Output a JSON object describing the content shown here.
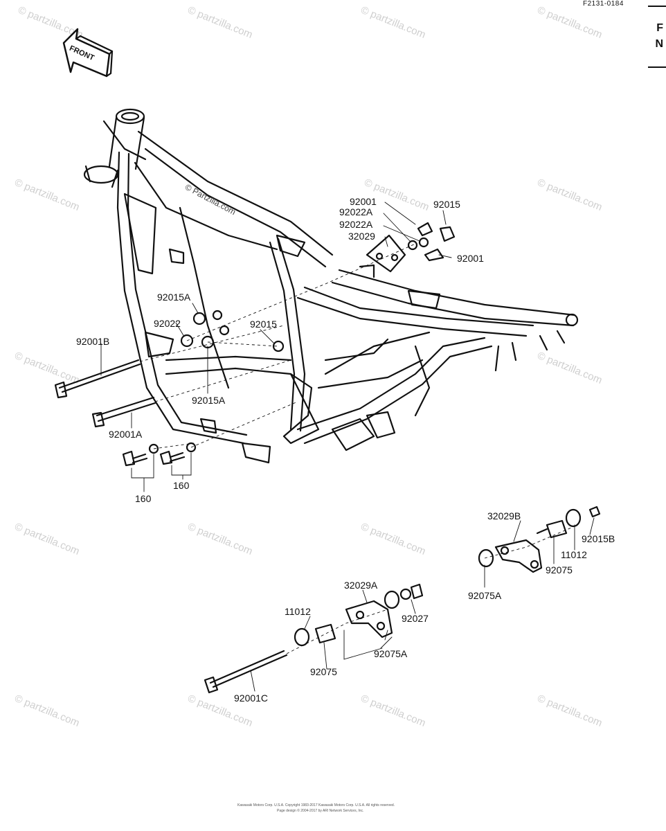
{
  "header": {
    "figure_code": "F2131-0184",
    "edge_letters": [
      "F",
      "N"
    ]
  },
  "front_arrow": {
    "label": "FRONT"
  },
  "watermark": {
    "site": "© partzilla.com",
    "frame_text": "© Partzilla.com"
  },
  "callouts": [
    {
      "id": "c1",
      "text": "92001"
    },
    {
      "id": "c2",
      "text": "92022A"
    },
    {
      "id": "c3",
      "text": "92022A"
    },
    {
      "id": "c4",
      "text": "32029"
    },
    {
      "id": "c5",
      "text": "92015"
    },
    {
      "id": "c6",
      "text": "92001"
    },
    {
      "id": "c7",
      "text": "92015A"
    },
    {
      "id": "c8",
      "text": "92022"
    },
    {
      "id": "c9",
      "text": "92015"
    },
    {
      "id": "c10",
      "text": "92001B"
    },
    {
      "id": "c11",
      "text": "92015A"
    },
    {
      "id": "c12",
      "text": "92001A"
    },
    {
      "id": "c13",
      "text": "160"
    },
    {
      "id": "c14",
      "text": "160"
    },
    {
      "id": "c15",
      "text": "32029B"
    },
    {
      "id": "c16",
      "text": "92015B"
    },
    {
      "id": "c17",
      "text": "11012"
    },
    {
      "id": "c18",
      "text": "92075"
    },
    {
      "id": "c19",
      "text": "92075A"
    },
    {
      "id": "c20",
      "text": "32029A"
    },
    {
      "id": "c21",
      "text": "92027"
    },
    {
      "id": "c22",
      "text": "11012"
    },
    {
      "id": "c23",
      "text": "92075A"
    },
    {
      "id": "c24",
      "text": "92075"
    },
    {
      "id": "c25",
      "text": "92001C"
    }
  ],
  "footer": {
    "copyright_line1": "Kawasaki Motors Corp. U.S.A. Copyright 1983-2017 Kawasaki Motors Corp. U.S.A. All rights reserved.",
    "copyright_line2": "Page design © 2004-2017 by ARI Network Services, Inc."
  }
}
